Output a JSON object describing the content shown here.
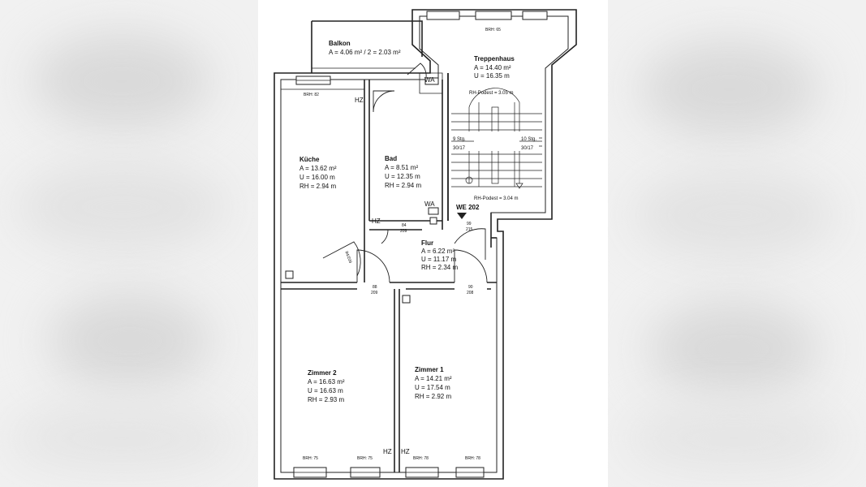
{
  "rooms": {
    "balkon": {
      "name": "Balkon",
      "area": "A = 4.06 m² / 2 = 2.03 m²"
    },
    "treppenhaus": {
      "name": "Treppenhaus",
      "area": "A = 14.40 m²",
      "perimeter": "U = 16.35 m"
    },
    "kueche": {
      "name": "Küche",
      "area": "A = 13.62 m²",
      "perimeter": "U = 16.00 m",
      "height": "RH = 2.94 m"
    },
    "bad": {
      "name": "Bad",
      "area": "A = 8.51 m²",
      "perimeter": "U = 12.35 m",
      "height": "RH = 2.94 m"
    },
    "flur": {
      "name": "Flur",
      "area": "A = 6.22 m²",
      "perimeter": "U = 11.17 m",
      "height": "RH = 2.34 m"
    },
    "zimmer2": {
      "name": "Zimmer 2",
      "area": "A = 16.63 m²",
      "perimeter": "U = 16.63 m",
      "height": "RH = 2.93 m"
    },
    "zimmer1": {
      "name": "Zimmer 1",
      "area": "A = 14.21 m²",
      "perimeter": "U = 17.54 m",
      "height": "RH = 2.92 m"
    }
  },
  "labels": {
    "unit": "WE 202",
    "wa": "WA",
    "hz": "HZ",
    "rh_podest_top": "RH-Podest = 3.05 m",
    "rh_podest_bottom": "RH-Podest = 3.04 m",
    "stairs_left_count": "9 Stg.",
    "stairs_left_ratio": "30/17",
    "stairs_right_count": "10 Stg.",
    "stairs_right_ratio": "30/17",
    "brh_65": "BRH: 65",
    "brh_82": "BRH: 82",
    "brh_75": "BRH: 75",
    "brh_78": "BRH: 78",
    "door_bad_top": "84",
    "door_bad_bottom": "209",
    "door_entry_top": "99",
    "door_entry_bottom": "215",
    "door_z2_top": "88",
    "door_z2_bottom": "209",
    "door_z1_top": "90",
    "door_z1_bottom": "208",
    "door_kueche": "84/209"
  }
}
